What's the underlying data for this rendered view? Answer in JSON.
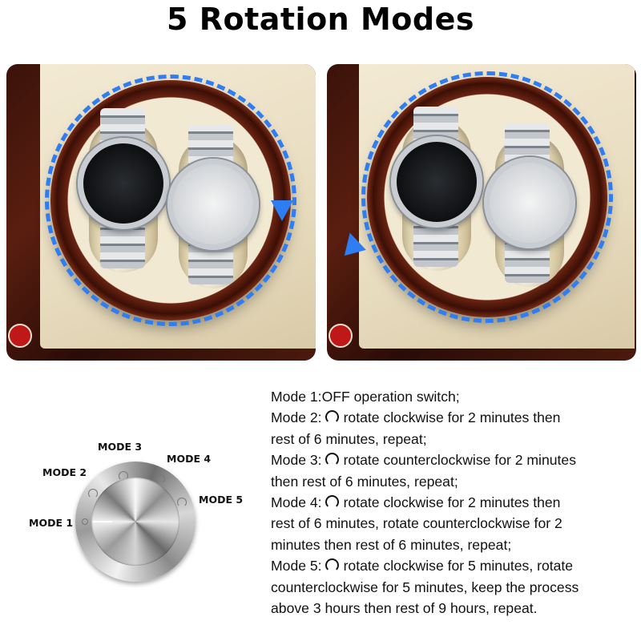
{
  "title": "5 Rotation Modes",
  "photos": [
    {
      "direction": "clockwise",
      "arrow_color": "#2f7df2"
    },
    {
      "direction": "counterclockwise",
      "arrow_color": "#2f7df2"
    }
  ],
  "knob": {
    "labels": [
      "MODE 1",
      "MODE 2",
      "MODE 3",
      "MODE 4",
      "MODE 5"
    ]
  },
  "description": {
    "lines": [
      {
        "prefix": "Mode 1:OFF operation switch;",
        "icon": null,
        "text": ""
      },
      {
        "prefix": "Mode 2:",
        "icon": "clockwise-icon",
        "text": "rotate clockwise for 2 minutes then"
      },
      {
        "prefix": "",
        "icon": null,
        "text": "rest of 6 minutes, repeat;"
      },
      {
        "prefix": "Mode 3:",
        "icon": "counterclockwise-icon",
        "text": "rotate counterclockwise for 2 minutes"
      },
      {
        "prefix": "",
        "icon": null,
        "text": "then rest of 6 minutes, repeat;"
      },
      {
        "prefix": "Mode 4:",
        "icon": "bidirectional-icon",
        "text": "rotate clockwise for 2 minutes then"
      },
      {
        "prefix": "",
        "icon": null,
        "text": "rest of 6 minutes, rotate counterclockwise for 2"
      },
      {
        "prefix": "",
        "icon": null,
        "text": "minutes then rest of 6 minutes, repeat;"
      },
      {
        "prefix": "Mode 5:",
        "icon": "bidirectional-icon",
        "text": "rotate clockwise for 5 minutes, rotate"
      },
      {
        "prefix": "",
        "icon": null,
        "text": "counterclockwise for 5 minutes, keep the process"
      },
      {
        "prefix": "",
        "icon": null,
        "text": "above 3 hours then rest of 9 hours, repeat."
      }
    ]
  }
}
